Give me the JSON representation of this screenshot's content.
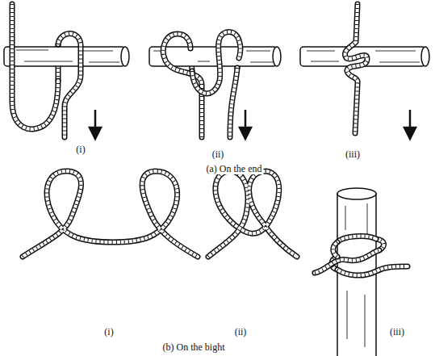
{
  "diagram": {
    "labels": [
      "(i)",
      "(ii)",
      "(iii)",
      "(a) On the end",
      "(i)",
      "(ii)",
      "(iii)",
      "(b) On the bight"
    ]
  }
}
